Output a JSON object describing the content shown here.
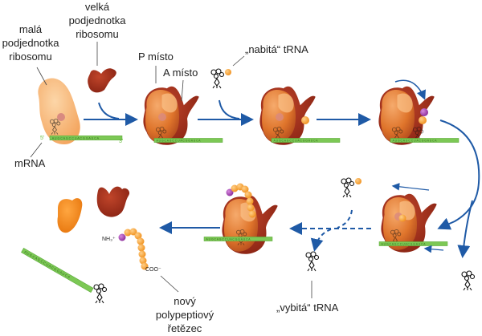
{
  "title": "Translace na ribosomu",
  "labels": {
    "small_subunit": [
      "malá",
      "podjednotka",
      "ribosomu"
    ],
    "large_subunit": [
      "velká",
      "podjednotka",
      "ribosomu"
    ],
    "p_site": "P místo",
    "a_site": "A místo",
    "charged_trna": "„nabitá“ tRNA",
    "uncharged_trna": "„vybitá“ tRNA",
    "mrna": "mRNA",
    "new_polypeptide": [
      "nový",
      "polypeptiový",
      "řetězec"
    ],
    "five_prime": "5'",
    "three_prime": "3'",
    "nh3": "NH₃⁺",
    "coo": "COO⁻"
  },
  "colors": {
    "small_subunit": "#f7b87a",
    "large_subunit": "#a8321d",
    "ribosome_mid": "#e0782a",
    "mrna": "#7cc855",
    "arrow": "#1f5aa6",
    "amino_acid": "#f5a030",
    "start_amino": "#9b3aa8"
  }
}
